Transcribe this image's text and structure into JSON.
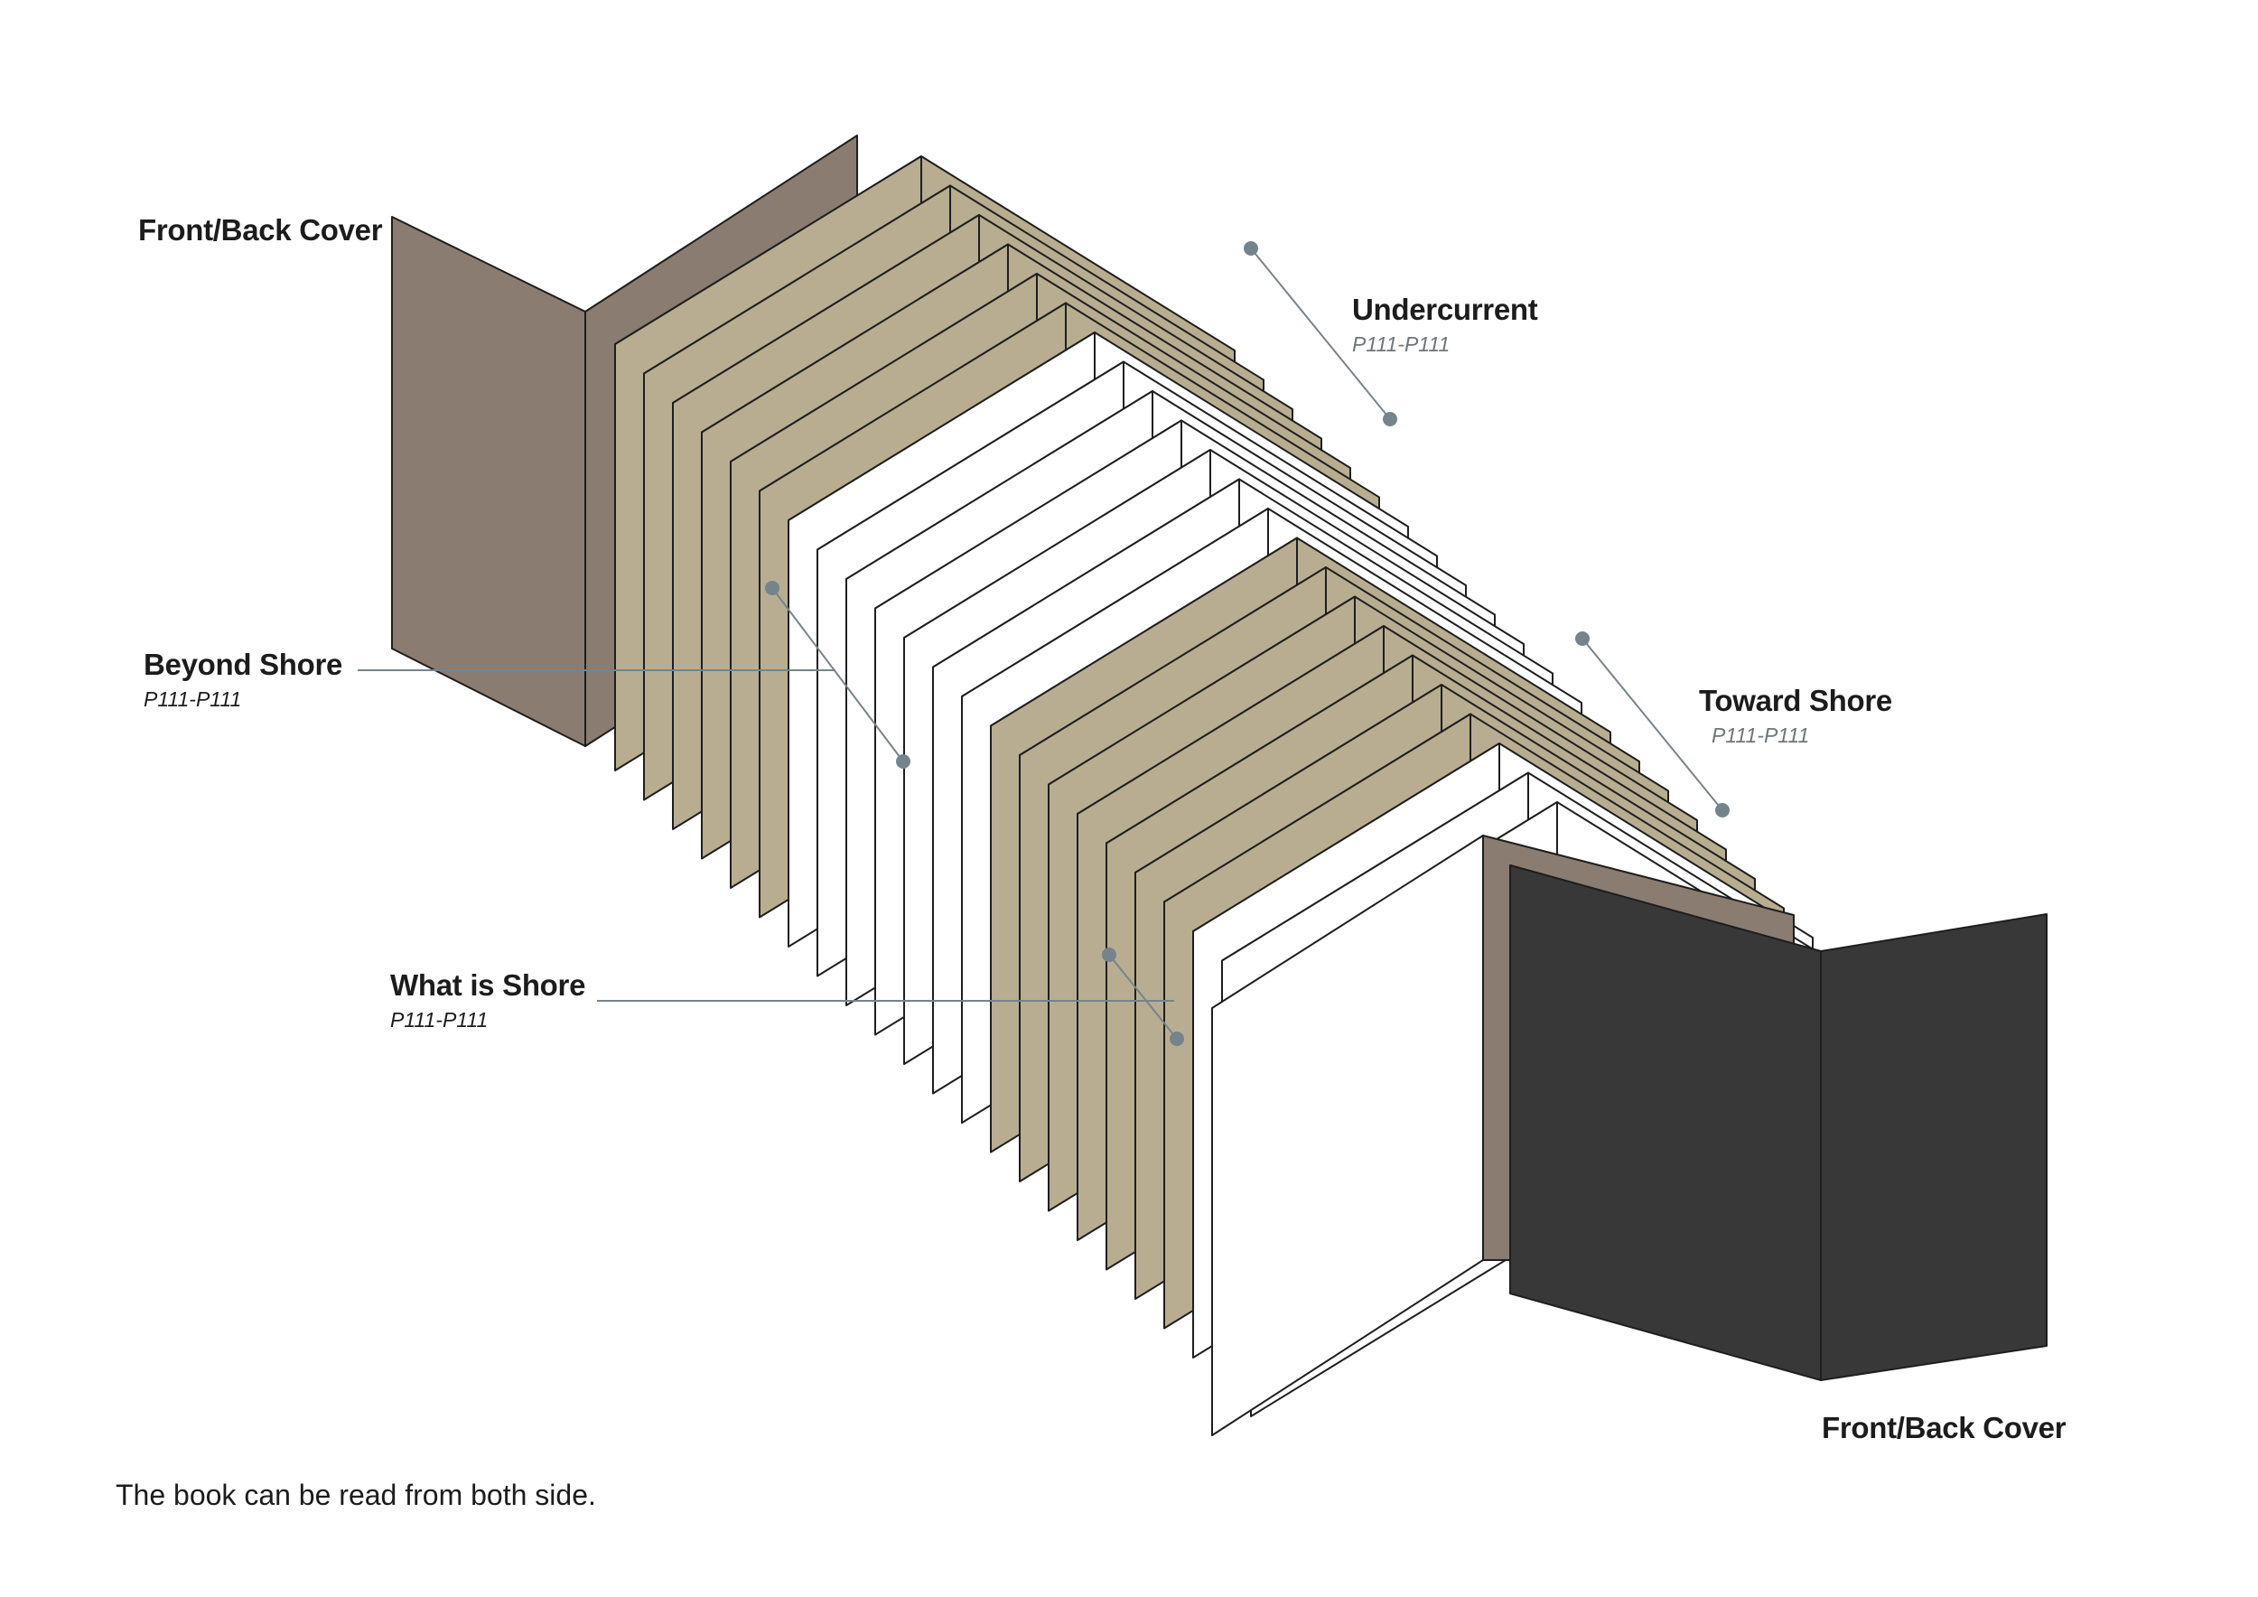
{
  "colors": {
    "cover": "#8a7c70",
    "section_paper": "#b8ad91",
    "white_paper": "#ffffff",
    "back_cover": "#383838",
    "outline": "#1e1e1e",
    "leader": "#75848c"
  },
  "labels": {
    "front_cover_top": "Front/Back Cover",
    "undercurrent": {
      "title": "Undercurrent",
      "range": "P111-P111"
    },
    "beyond_shore": {
      "title": "Beyond Shore",
      "range": "P111-P111"
    },
    "toward_shore": {
      "title": "Toward Shore",
      "range": "P111-P111"
    },
    "what_is_shore": {
      "title": "What is Shore",
      "range": "P111-P111"
    },
    "front_cover_bottom": "Front/Back Cover"
  },
  "caption": "The book can be read from both side."
}
